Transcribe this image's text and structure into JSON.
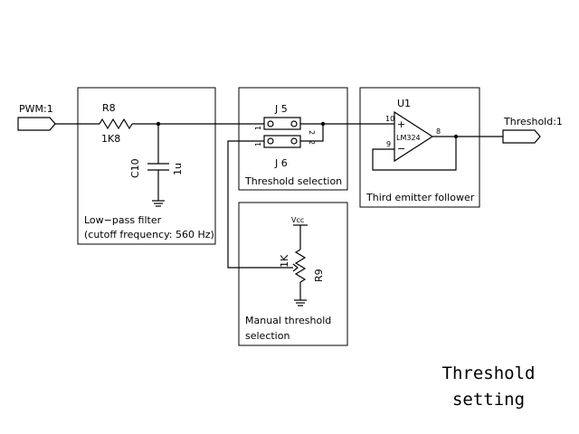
{
  "ports": {
    "input": "PWM:1",
    "output": "Threshold:1"
  },
  "components": {
    "r8": {
      "ref": "R8",
      "value": "1K8"
    },
    "c10": {
      "ref": "C10",
      "value": "1u"
    },
    "j5": {
      "ref": "J 5"
    },
    "j6": {
      "ref": "J 6"
    },
    "u1": {
      "ref": "U1",
      "part": "LM324",
      "pin_in_plus": "10",
      "pin_in_minus": "9",
      "pin_out": "8",
      "plus_sign": "+",
      "minus_sign": "−"
    },
    "r9": {
      "ref": "R9",
      "value": "1K",
      "supply": "Vcc"
    }
  },
  "jumper_pins": {
    "one": "1",
    "two": "2"
  },
  "blocks": {
    "lowpass": {
      "line1": "Low−pass filter",
      "line2": "(cutoff frequency: 560 Hz)"
    },
    "threshold_sel": {
      "label": "Threshold selection"
    },
    "follower": {
      "label": "Third emitter follower"
    },
    "manual": {
      "line1": "Manual threshold",
      "line2": "selection"
    }
  },
  "title": {
    "line1": "Threshold",
    "line2": "setting"
  }
}
